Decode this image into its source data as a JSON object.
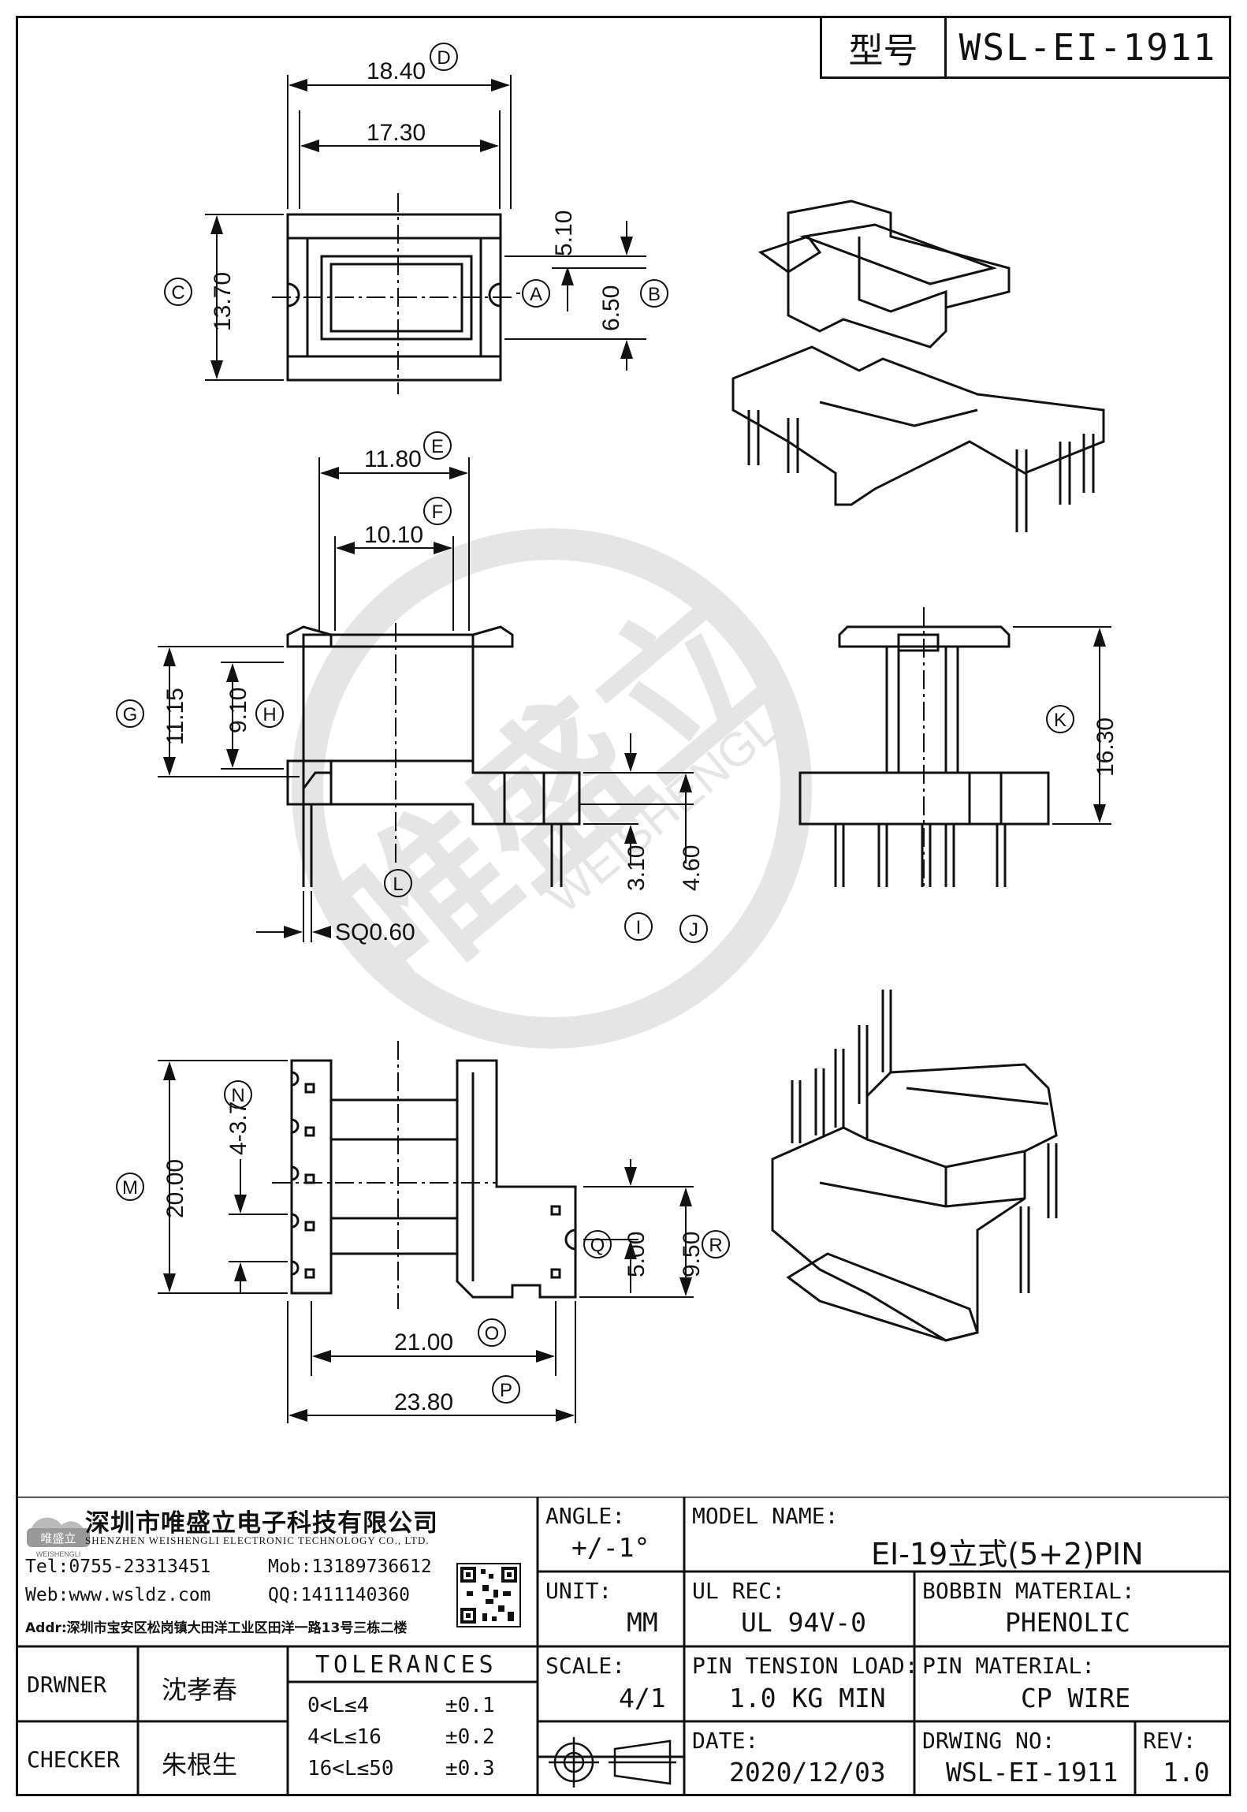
{
  "header": {
    "model_label": "型号",
    "model_value": "WSL-EI-1911"
  },
  "dims": {
    "D": "18.40",
    "d17": "17.30",
    "C": "13.70",
    "d510": "5.10",
    "B": "6.50",
    "E": "11.80",
    "F": "10.10",
    "G": "11.15",
    "H": "9.10",
    "K": "16.30",
    "I": "3.10",
    "J": "4.60",
    "L": "SQ0.60",
    "M": "20.00",
    "N": "4-3.7",
    "Q": "5.00",
    "R": "9.50",
    "O": "21.00",
    "P": "23.80"
  },
  "callouts": {
    "A": "A",
    "B": "B",
    "C": "C",
    "D": "D",
    "E": "E",
    "F": "F",
    "G": "G",
    "H": "H",
    "I": "I",
    "J": "J",
    "K": "K",
    "L": "L",
    "M": "M",
    "N": "N",
    "O": "O",
    "P": "P",
    "Q": "Q",
    "R": "R"
  },
  "watermark": {
    "name": "唯盛立",
    "pinyin": "WEISHENGLI"
  },
  "company": {
    "logo_text": "唯盛立",
    "logo_sub": "WEISHENGLI",
    "name_cn": "深圳市唯盛立电子科技有限公司",
    "name_en": "SHENZHEN WEISHENGLI ELECTRONIC TECHNOLOGY CO., LTD.",
    "tel": "Tel:0755-23313451",
    "mob": "Mob:13189736612",
    "web": "Web:www.wsldz.com",
    "qq": "QQ:1411140360",
    "addr": "Addr:深圳市宝安区松岗镇大田洋工业区田洋一路13号三栋二楼"
  },
  "title_block": {
    "angle_label": "ANGLE:",
    "angle_value": "+/-1°",
    "model_name_label": "MODEL NAME:",
    "model_name_value": "EI-19立式(5+2)PIN",
    "unit_label": "UNIT:",
    "unit_value": "MM",
    "ul_label": "UL REC:",
    "ul_value": "UL 94V-0",
    "bobbin_label": "BOBBIN MATERIAL:",
    "bobbin_value": "PHENOLIC",
    "scale_label": "SCALE:",
    "scale_value": "4/1",
    "pin_tension_label": "PIN TENSION LOAD:",
    "pin_tension_value": "1.0 KG MIN",
    "pin_material_label": "PIN MATERIAL:",
    "pin_material_value": "CP WIRE",
    "date_label": "DATE:",
    "date_value": "2020/12/03",
    "drawing_no_label": "DRWING NO:",
    "drawing_no_value": "WSL-EI-1911",
    "rev_label": "REV:",
    "rev_value": "1.0",
    "drawer_label": "DRWNER",
    "drawer_value": "沈孝春",
    "checker_label": "CHECKER",
    "checker_value": "朱根生",
    "tolerances_label": "TOLERANCES",
    "tol": [
      {
        "range": "0<L≤4",
        "value": "±0.1"
      },
      {
        "range": "4<L≤16",
        "value": "±0.2"
      },
      {
        "range": "16<L≤50",
        "value": "±0.3"
      }
    ]
  }
}
